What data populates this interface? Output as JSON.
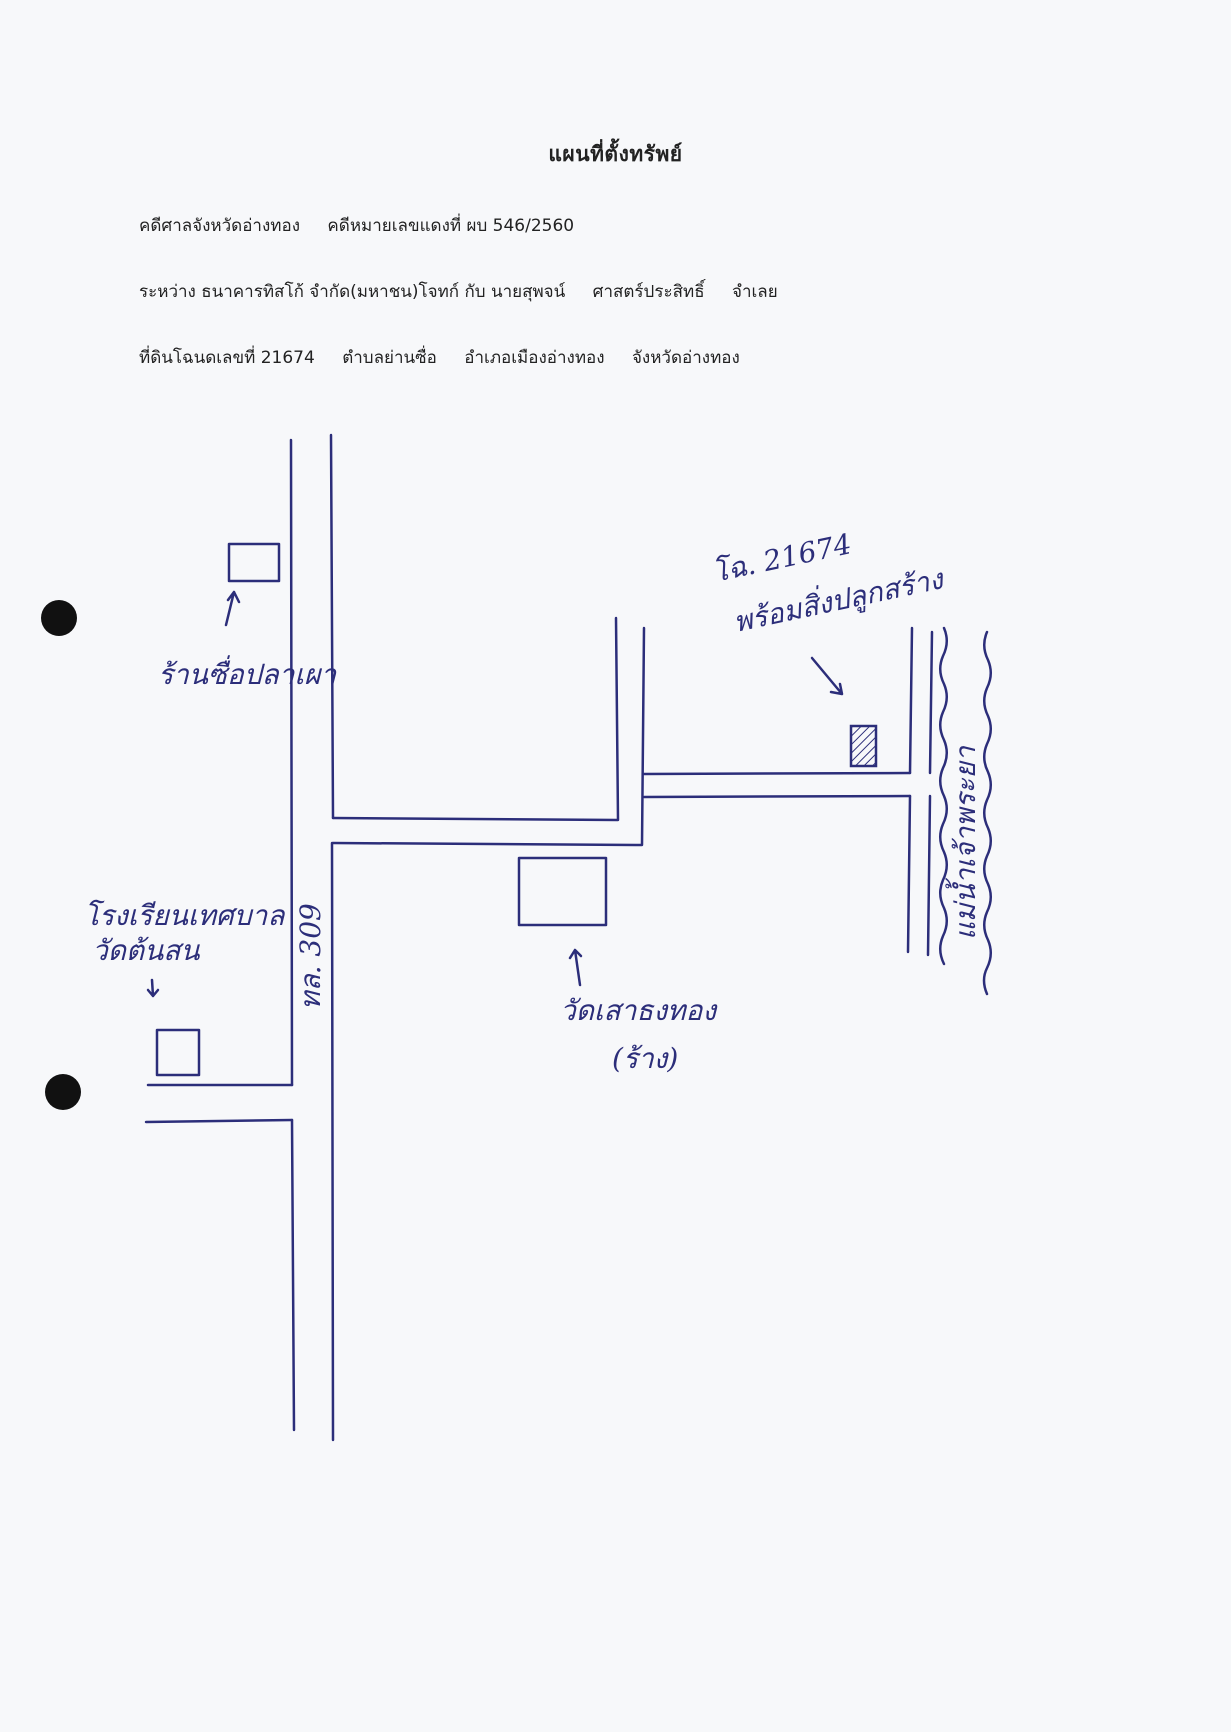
{
  "document": {
    "title": "แผนที่ตั้งทรัพย์",
    "court_label": "คดีศาลจังหวัดอ่างทอง",
    "case_number": "คดีหมายเลขแดงที่  ผบ 546/2560",
    "parties": {
      "between": "ระหว่าง ธนาคารทิสโก้ จำกัด(มหาชน)โจทก์ กับ นายสุพจน์",
      "surname": "ศาสตร์ประสิทธิ์",
      "role": "จำเลย"
    },
    "land": {
      "deed": "ที่ดินโฉนดเลขที่ 21674",
      "subdistrict": "ตำบลย่านซื่อ",
      "district": "อำเภอเมืองอ่างทอง",
      "province": "จังหวัดอ่างทอง"
    }
  },
  "map": {
    "labels": {
      "subject_parcel_line1": "โฉ. 21674",
      "subject_parcel_line2": "พร้อมสิ่งปลูกสร้าง",
      "shop": "ร้านซื่อปลาเผา",
      "school_line1": "โรงเรียนเทศบาล",
      "school_line2": "วัดต้นสน",
      "temple_line1": "วัดเสาธงทอง",
      "temple_line2": "(ร้าง)",
      "highway": "ทล. 309",
      "river": "แม่น้ำเจ้าพระยา"
    },
    "ink_color": "#2c2e7a"
  }
}
